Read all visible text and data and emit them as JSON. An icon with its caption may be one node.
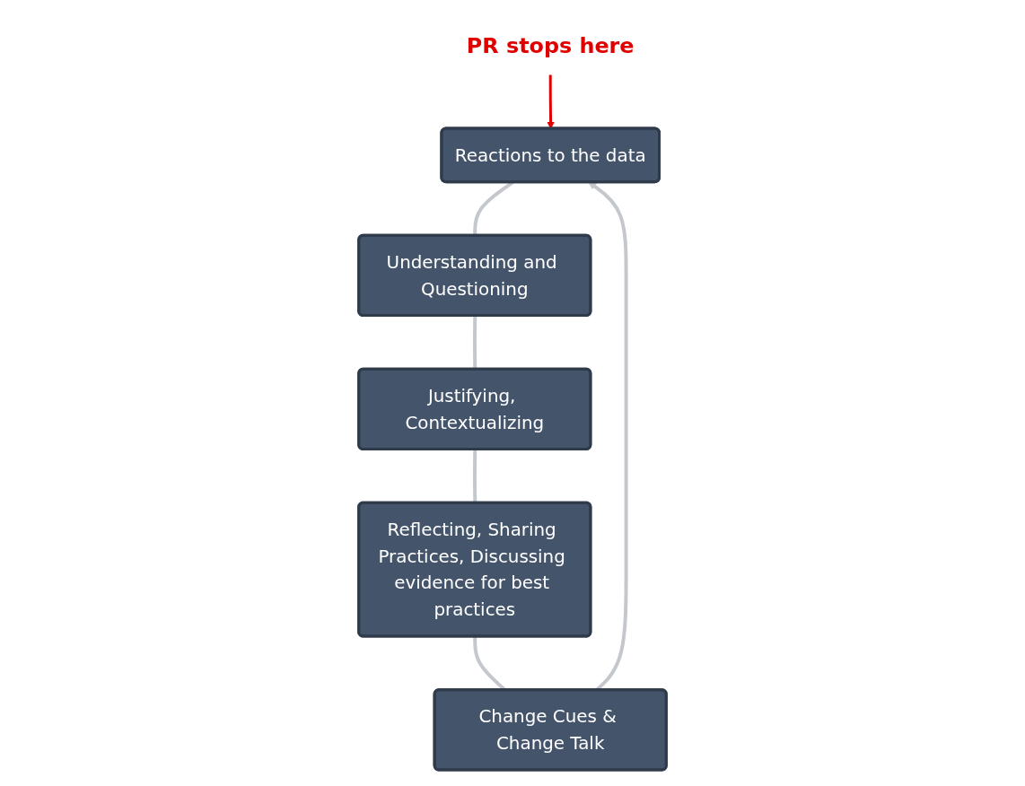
{
  "diagram": {
    "nodes": [
      {
        "text": [
          "Reactions to the data"
        ]
      },
      {
        "text": [
          "Understanding and Questioning"
        ]
      },
      {
        "text": [
          "Justifying, Contextualizing"
        ]
      },
      {
        "text": [
          "Reflecting, Sharing Practices, Discussing evidence for best practices"
        ]
      },
      {
        "text": [
          "Change Cues & Change Talk"
        ]
      },
      {
        "text": [
          "PR stops here"
        ]
      }
    ],
    "edges": [
      {
        "from": 0,
        "to": 1,
        "arrow": "none"
      },
      {
        "from": 1,
        "to": 2,
        "arrow": "none"
      },
      {
        "from": 2,
        "to": 3,
        "arrow": "none"
      },
      {
        "from": 3,
        "to": 4,
        "arrow": "none"
      },
      {
        "from": 4,
        "to": 0,
        "arrow": "to"
      },
      {
        "from": 5,
        "to": 0,
        "arrow": "to",
        "color": "#e00000"
      }
    ]
  }
}
